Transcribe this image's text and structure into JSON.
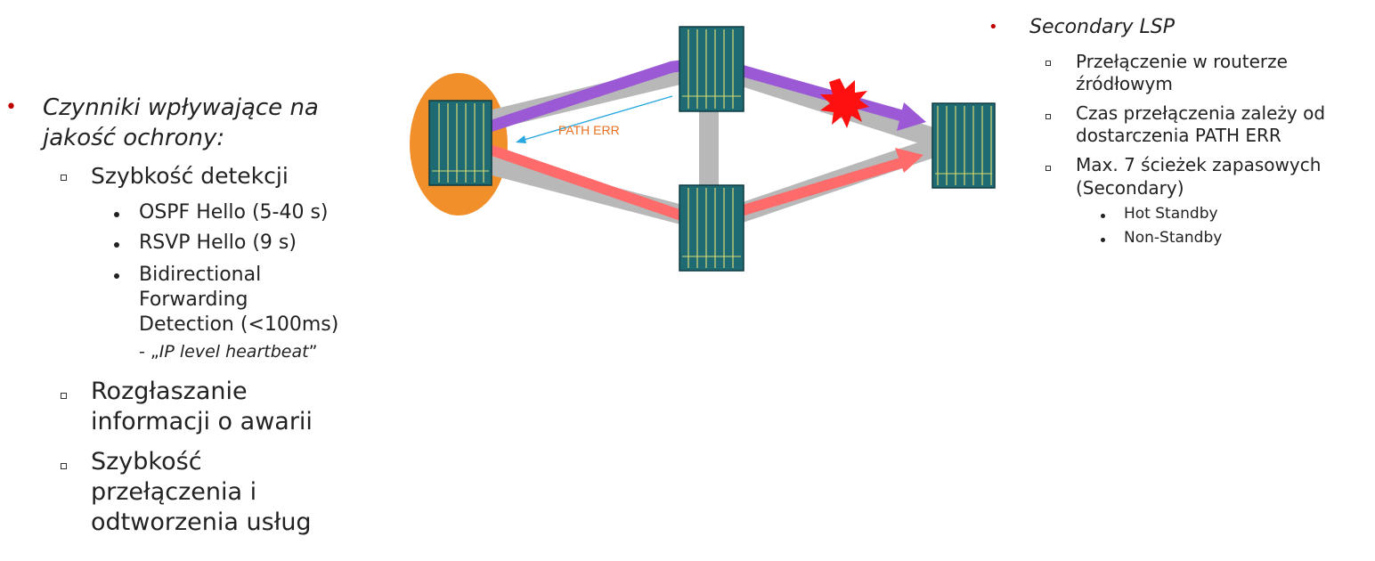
{
  "left_list": {
    "title_line1": "Czynniki wpływające na",
    "title_line2": "jakość ochrony:",
    "items": [
      {
        "label_lines": [
          "Szybkość detekcji"
        ],
        "sub_items": [
          {
            "lines": [
              "OSPF Hello (5-40 s)"
            ]
          },
          {
            "lines": [
              "RSVP Hello (9 s)"
            ]
          },
          {
            "lines": [
              "Bidirectional",
              "Forwarding",
              "Detection (<100ms)"
            ],
            "suffix_prefix": "- „",
            "suffix_italic": "IP level heartbeat",
            "suffix_end": "”"
          }
        ]
      },
      {
        "label_lines": [
          "Rozgłaszanie",
          "informacji o awarii"
        ]
      },
      {
        "label_lines": [
          "Szybkość",
          "przełączenia i",
          "odtworzenia usług"
        ]
      }
    ]
  },
  "right_list": {
    "title": "Secondary LSP",
    "items": [
      {
        "label_lines": [
          "Przełączenie w routerze",
          "źródłowym"
        ]
      },
      {
        "label_lines": [
          "Czas przełączenia zależy od",
          "dostarczenia PATH ERR"
        ]
      },
      {
        "label_lines": [
          "Max. 7 ścieżek zapasowych",
          "(Secondary)"
        ]
      }
    ],
    "sub_items": [
      "Hot Standby",
      "Non-Standby"
    ]
  },
  "diagram": {
    "path_err_label": "PATH ERR",
    "colors": {
      "primary_path": "#9b59d6",
      "secondary_path": "#ff6b6b",
      "link": "#b8b8b8",
      "router_body": "#1f6b73",
      "router_lines": "#d8d870",
      "source_highlight": "#f08a20",
      "failure": "#ff1010",
      "path_err_text": "#e87020",
      "path_err_arrow": "#2aa8e0"
    }
  }
}
